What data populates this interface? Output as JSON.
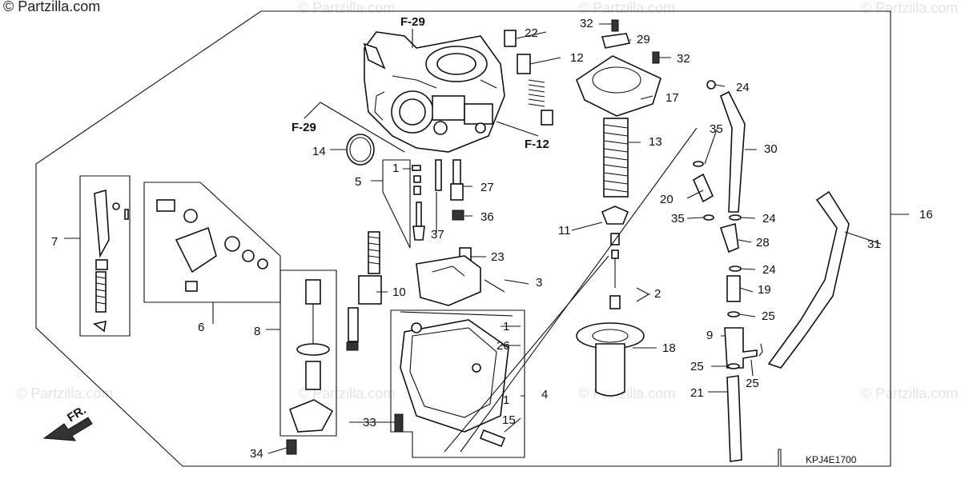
{
  "copyright": "© Partzilla.com",
  "watermarks": [
    "© Partzilla.com",
    "© Partzilla.com",
    "© Partzilla.com",
    "© Partzilla.com",
    "© Partzilla.com",
    "© Partzilla.com",
    "© Partzilla.com"
  ],
  "diagram_code": "KPJ4E1700",
  "front_label": "FR.",
  "references": [
    "F-29",
    "F-29",
    "F-12"
  ],
  "callouts": [
    "1",
    "1",
    "1",
    "2",
    "3",
    "4",
    "5",
    "6",
    "7",
    "8",
    "9",
    "10",
    "11",
    "12",
    "13",
    "14",
    "15",
    "16",
    "17",
    "18",
    "19",
    "20",
    "21",
    "22",
    "23",
    "24",
    "24",
    "24",
    "25",
    "25",
    "25",
    "26",
    "27",
    "28",
    "29",
    "30",
    "31",
    "32",
    "32",
    "33",
    "34",
    "35",
    "35",
    "36",
    "37"
  ],
  "colors": {
    "line": "#111111",
    "watermark": "#e4e4e4",
    "background": "#ffffff"
  }
}
